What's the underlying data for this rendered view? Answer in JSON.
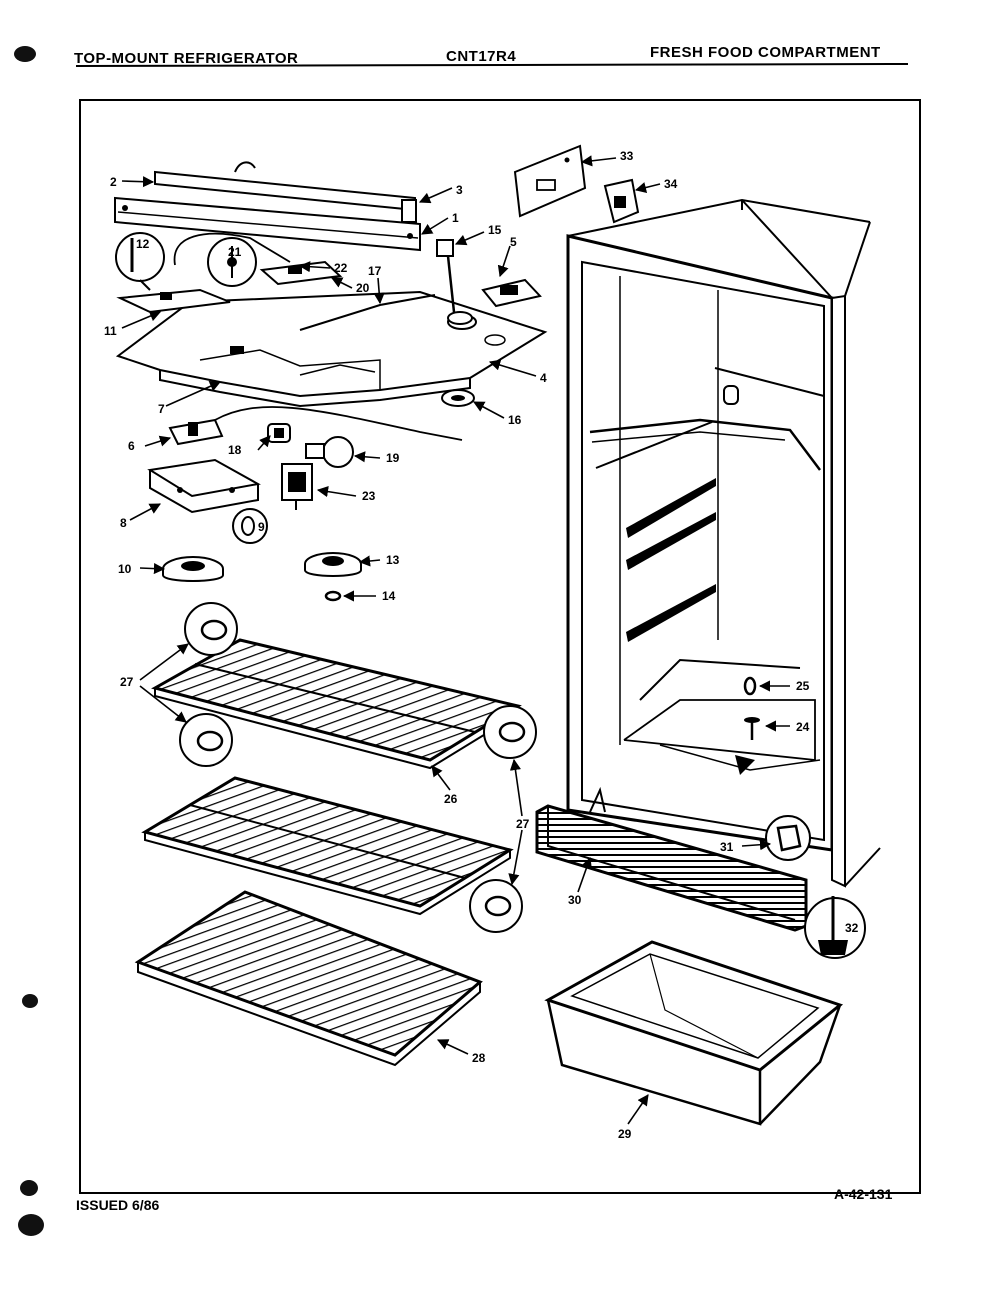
{
  "header": {
    "left": "TOP-MOUNT REFRIGERATOR",
    "center": "CNT17R4",
    "right": "FRESH FOOD COMPARTMENT"
  },
  "footer": {
    "issued": "ISSUED 6/86",
    "page_code": "A-42-131"
  },
  "callouts": {
    "c1": "1",
    "c2": "2",
    "c3": "3",
    "c4": "4",
    "c5": "5",
    "c6": "6",
    "c7": "7",
    "c8": "8",
    "c9": "9",
    "c10": "10",
    "c11": "11",
    "c12": "12",
    "c13": "13",
    "c14": "14",
    "c15": "15",
    "c16": "16",
    "c17": "17",
    "c18": "18",
    "c19": "19",
    "c20": "20",
    "c21": "21",
    "c22": "22",
    "c23": "23",
    "c24": "24",
    "c25": "25",
    "c26": "26",
    "c27a": "27",
    "c27b": "27",
    "c28": "28",
    "c29": "29",
    "c30": "30",
    "c31": "31",
    "c32": "32",
    "c33": "33",
    "c34": "34"
  }
}
